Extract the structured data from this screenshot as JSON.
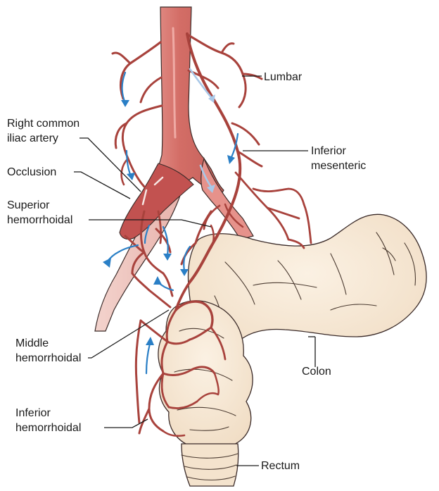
{
  "labels": {
    "lumbar": "Lumbar",
    "right_common_iliac_1": "Right common",
    "right_common_iliac_2": "iliac artery",
    "occlusion": "Occlusion",
    "superior_hemorrhoidal_1": "Superior",
    "superior_hemorrhoidal_2": "hemorrhoidal",
    "inferior_mesenteric_1": "Inferior",
    "inferior_mesenteric_2": "mesenteric",
    "middle_hemorrhoidal_1": "Middle",
    "middle_hemorrhoidal_2": "hemorrhoidal",
    "colon": "Colon",
    "inferior_hemorrhoidal_1": "Inferior",
    "inferior_hemorrhoidal_2": "hemorrhoidal",
    "rectum": "Rectum"
  },
  "colors": {
    "aorta": "#d9726c",
    "artery": "#a8423c",
    "occlusion": "#b84a4a",
    "colon": "#f7e9d6",
    "flow_arrow": "#2a7fc6",
    "flow_arrow_light": "#a9c8e8"
  }
}
